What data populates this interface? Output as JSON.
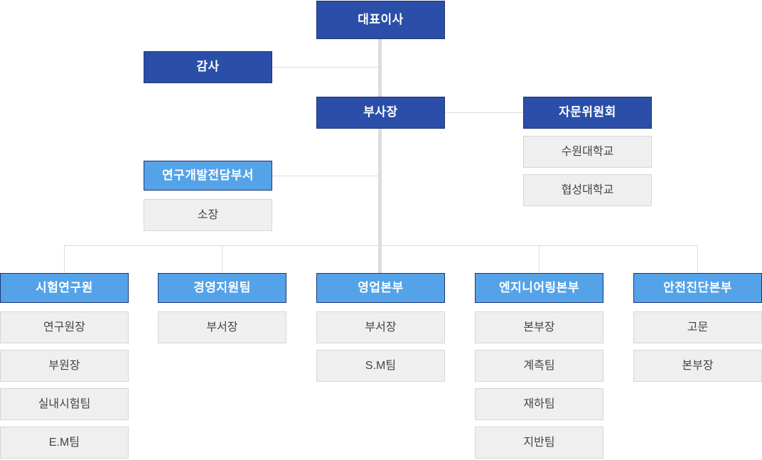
{
  "chart": {
    "title_visible": false,
    "colors": {
      "primary": "#2B4FA8",
      "department": "#54A3E8",
      "leaf_fill": "#EFEFEF",
      "leaf_border": "#D6D6D6",
      "leaf_text": "#444444",
      "connector": "#DCDCDC",
      "background": "#FFFFFF"
    }
  },
  "top": {
    "ceo": "대표이사",
    "auditor": "감사",
    "vice_president": "부사장",
    "advisory_committee": "자문위원회"
  },
  "advisory_members": [
    "수원대학교",
    "협성대학교"
  ],
  "rnd": {
    "header": "연구개발전담부서",
    "members": [
      "소장"
    ]
  },
  "departments": [
    {
      "header": "시험연구원",
      "members": [
        "연구원장",
        "부원장",
        "실내시험팀",
        "E.M팀"
      ]
    },
    {
      "header": "경영지원팀",
      "members": [
        "부서장"
      ]
    },
    {
      "header": "영업본부",
      "members": [
        "부서장",
        "S.M팀"
      ]
    },
    {
      "header": "엔지니어링본부",
      "members": [
        "본부장",
        "계측팀",
        "재하팀",
        "지반팀"
      ]
    },
    {
      "header": "안전진단본부",
      "members": [
        "고문",
        "본부장"
      ]
    }
  ]
}
